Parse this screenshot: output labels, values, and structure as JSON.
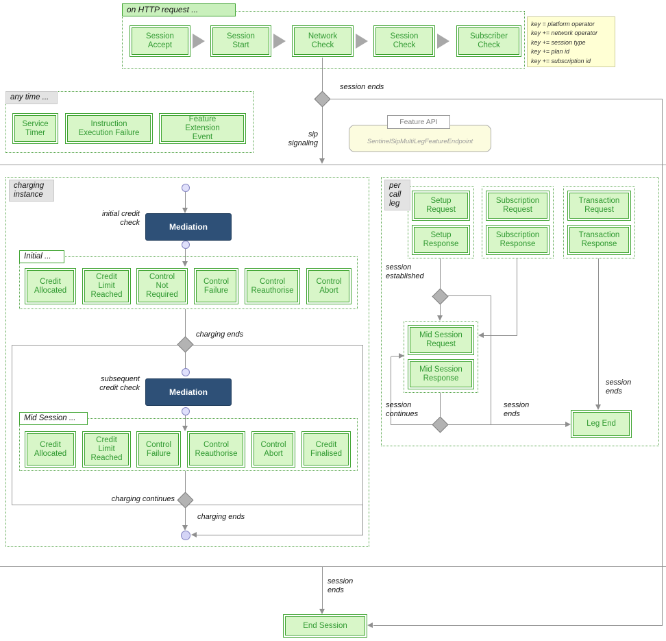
{
  "diagram": {
    "http_group": {
      "label": "on HTTP request ...",
      "boxes": [
        "Session Accept",
        "Session Start",
        "Network Check",
        "Session Check",
        "Subscriber Check"
      ]
    },
    "key_note": {
      "lines": [
        "key = platform operator",
        "key += network operator",
        "key += session type",
        "key += plan id",
        "key += subscription id"
      ]
    },
    "any_time_group": {
      "label": "any time ...",
      "boxes": [
        "Service Timer",
        "Instruction Execution Failure",
        "Feature Extension Event"
      ]
    },
    "feature_api": {
      "label": "Feature API",
      "endpoint": "SentinelSipMultiLegFeatureEndpoint"
    },
    "charging": {
      "group_label": "charging instance",
      "mediation_label": "Mediation",
      "initial_credit_check": "initial credit check",
      "subsequent_credit_check": "subsequent credit check",
      "initial_group_label": "Initial ...",
      "initial_boxes": [
        "Credit Allocated",
        "Credit Limit Reached",
        "Control Not Required",
        "Control Failure",
        "Control Reauthorise",
        "Control Abort"
      ],
      "mid_group_label": "Mid Session ...",
      "mid_boxes": [
        "Credit Allocated",
        "Credit Limit Reached",
        "Control Failure",
        "Control Reauthorise",
        "Control Abort",
        "Credit Finalised"
      ],
      "charging_ends_top": "charging ends",
      "charging_ends_bottom": "charging ends",
      "charging_continues": "charging continues"
    },
    "per_leg": {
      "group_label": "per call leg",
      "setup_boxes": [
        "Setup Request",
        "Setup Response"
      ],
      "subscription_boxes": [
        "Subscription Request",
        "Subscription Response"
      ],
      "transaction_boxes": [
        "Transaction Request",
        "Transaction Response"
      ],
      "mid_boxes": [
        "Mid Session Request",
        "Mid Session Response"
      ],
      "session_established": "session established",
      "session_continues": "session continues",
      "session_ends_leg": "session ends",
      "session_ends_transaction": "session ends",
      "leg_end": "Leg End"
    },
    "flow": {
      "session_ends_top": "session ends",
      "sip_signaling": "sip signaling",
      "session_ends_bottom": "session ends"
    },
    "end_session": "End Session"
  }
}
